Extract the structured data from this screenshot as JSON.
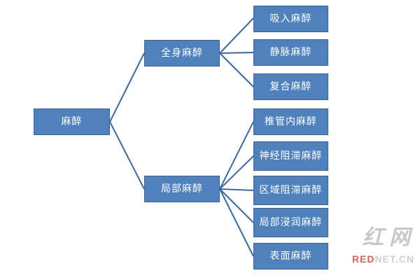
{
  "root": {
    "label": "麻醉"
  },
  "branches": [
    {
      "label": "全身麻醉",
      "children": [
        "吸入麻醉",
        "静脉麻醉",
        "复合麻醉"
      ]
    },
    {
      "label": "局部麻醉",
      "children": [
        "椎管内麻醉",
        "神经阻滞麻醉",
        "区域阻滞麻醉",
        "局部浸润麻醉",
        "表面麻醉"
      ]
    }
  ],
  "colors": {
    "node_fill": "#4f81bd",
    "connector": "#3d6a9e",
    "node_text": "#ffffff"
  },
  "watermark": {
    "logo_glyphs": "红网",
    "red_part": "RED",
    "rest_part": "NET.CN"
  }
}
